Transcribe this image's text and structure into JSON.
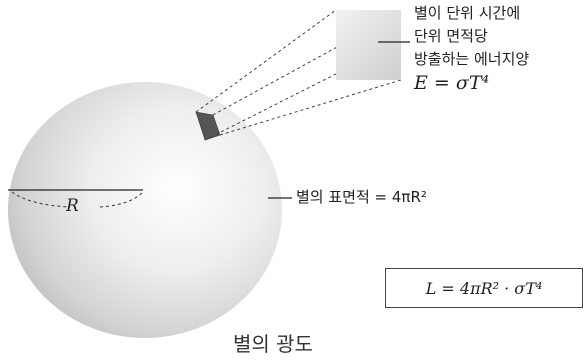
{
  "diagram": {
    "energy_label": {
      "line1": "별이 단위 시간에",
      "line2": "단위 면적당",
      "line3": "방출하는 에너지양",
      "formula": "E = σT⁴"
    },
    "radius_label": "R",
    "surface_area_label": "별의 표면적 = 4πR²",
    "luminosity_formula": "L = 4πR² · σT⁴",
    "caption": "별의 광도"
  }
}
